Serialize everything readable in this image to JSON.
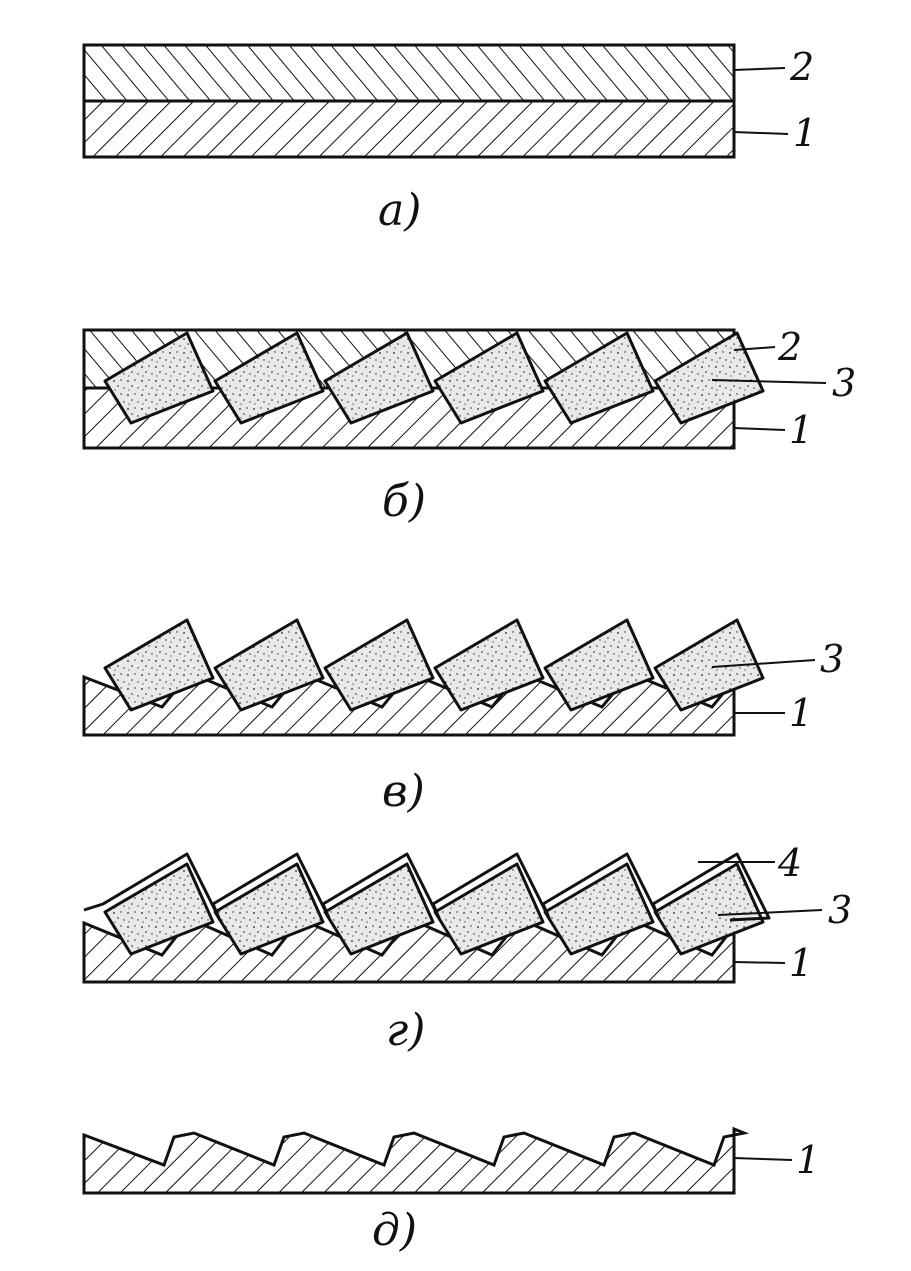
{
  "panels": [
    {
      "id": "a",
      "caption": "а)",
      "labels": [
        "2",
        "1"
      ]
    },
    {
      "id": "b",
      "caption": "б)",
      "labels": [
        "2",
        "3",
        "1"
      ]
    },
    {
      "id": "v",
      "caption": "в)",
      "labels": [
        "3",
        "1"
      ]
    },
    {
      "id": "g",
      "caption": "г)",
      "labels": [
        "4",
        "3",
        "1"
      ]
    },
    {
      "id": "d",
      "caption": "д)",
      "labels": [
        "1"
      ]
    }
  ],
  "colors": {
    "ink": "#111111",
    "grain": "#e6e6e6",
    "background": "#ffffff"
  }
}
